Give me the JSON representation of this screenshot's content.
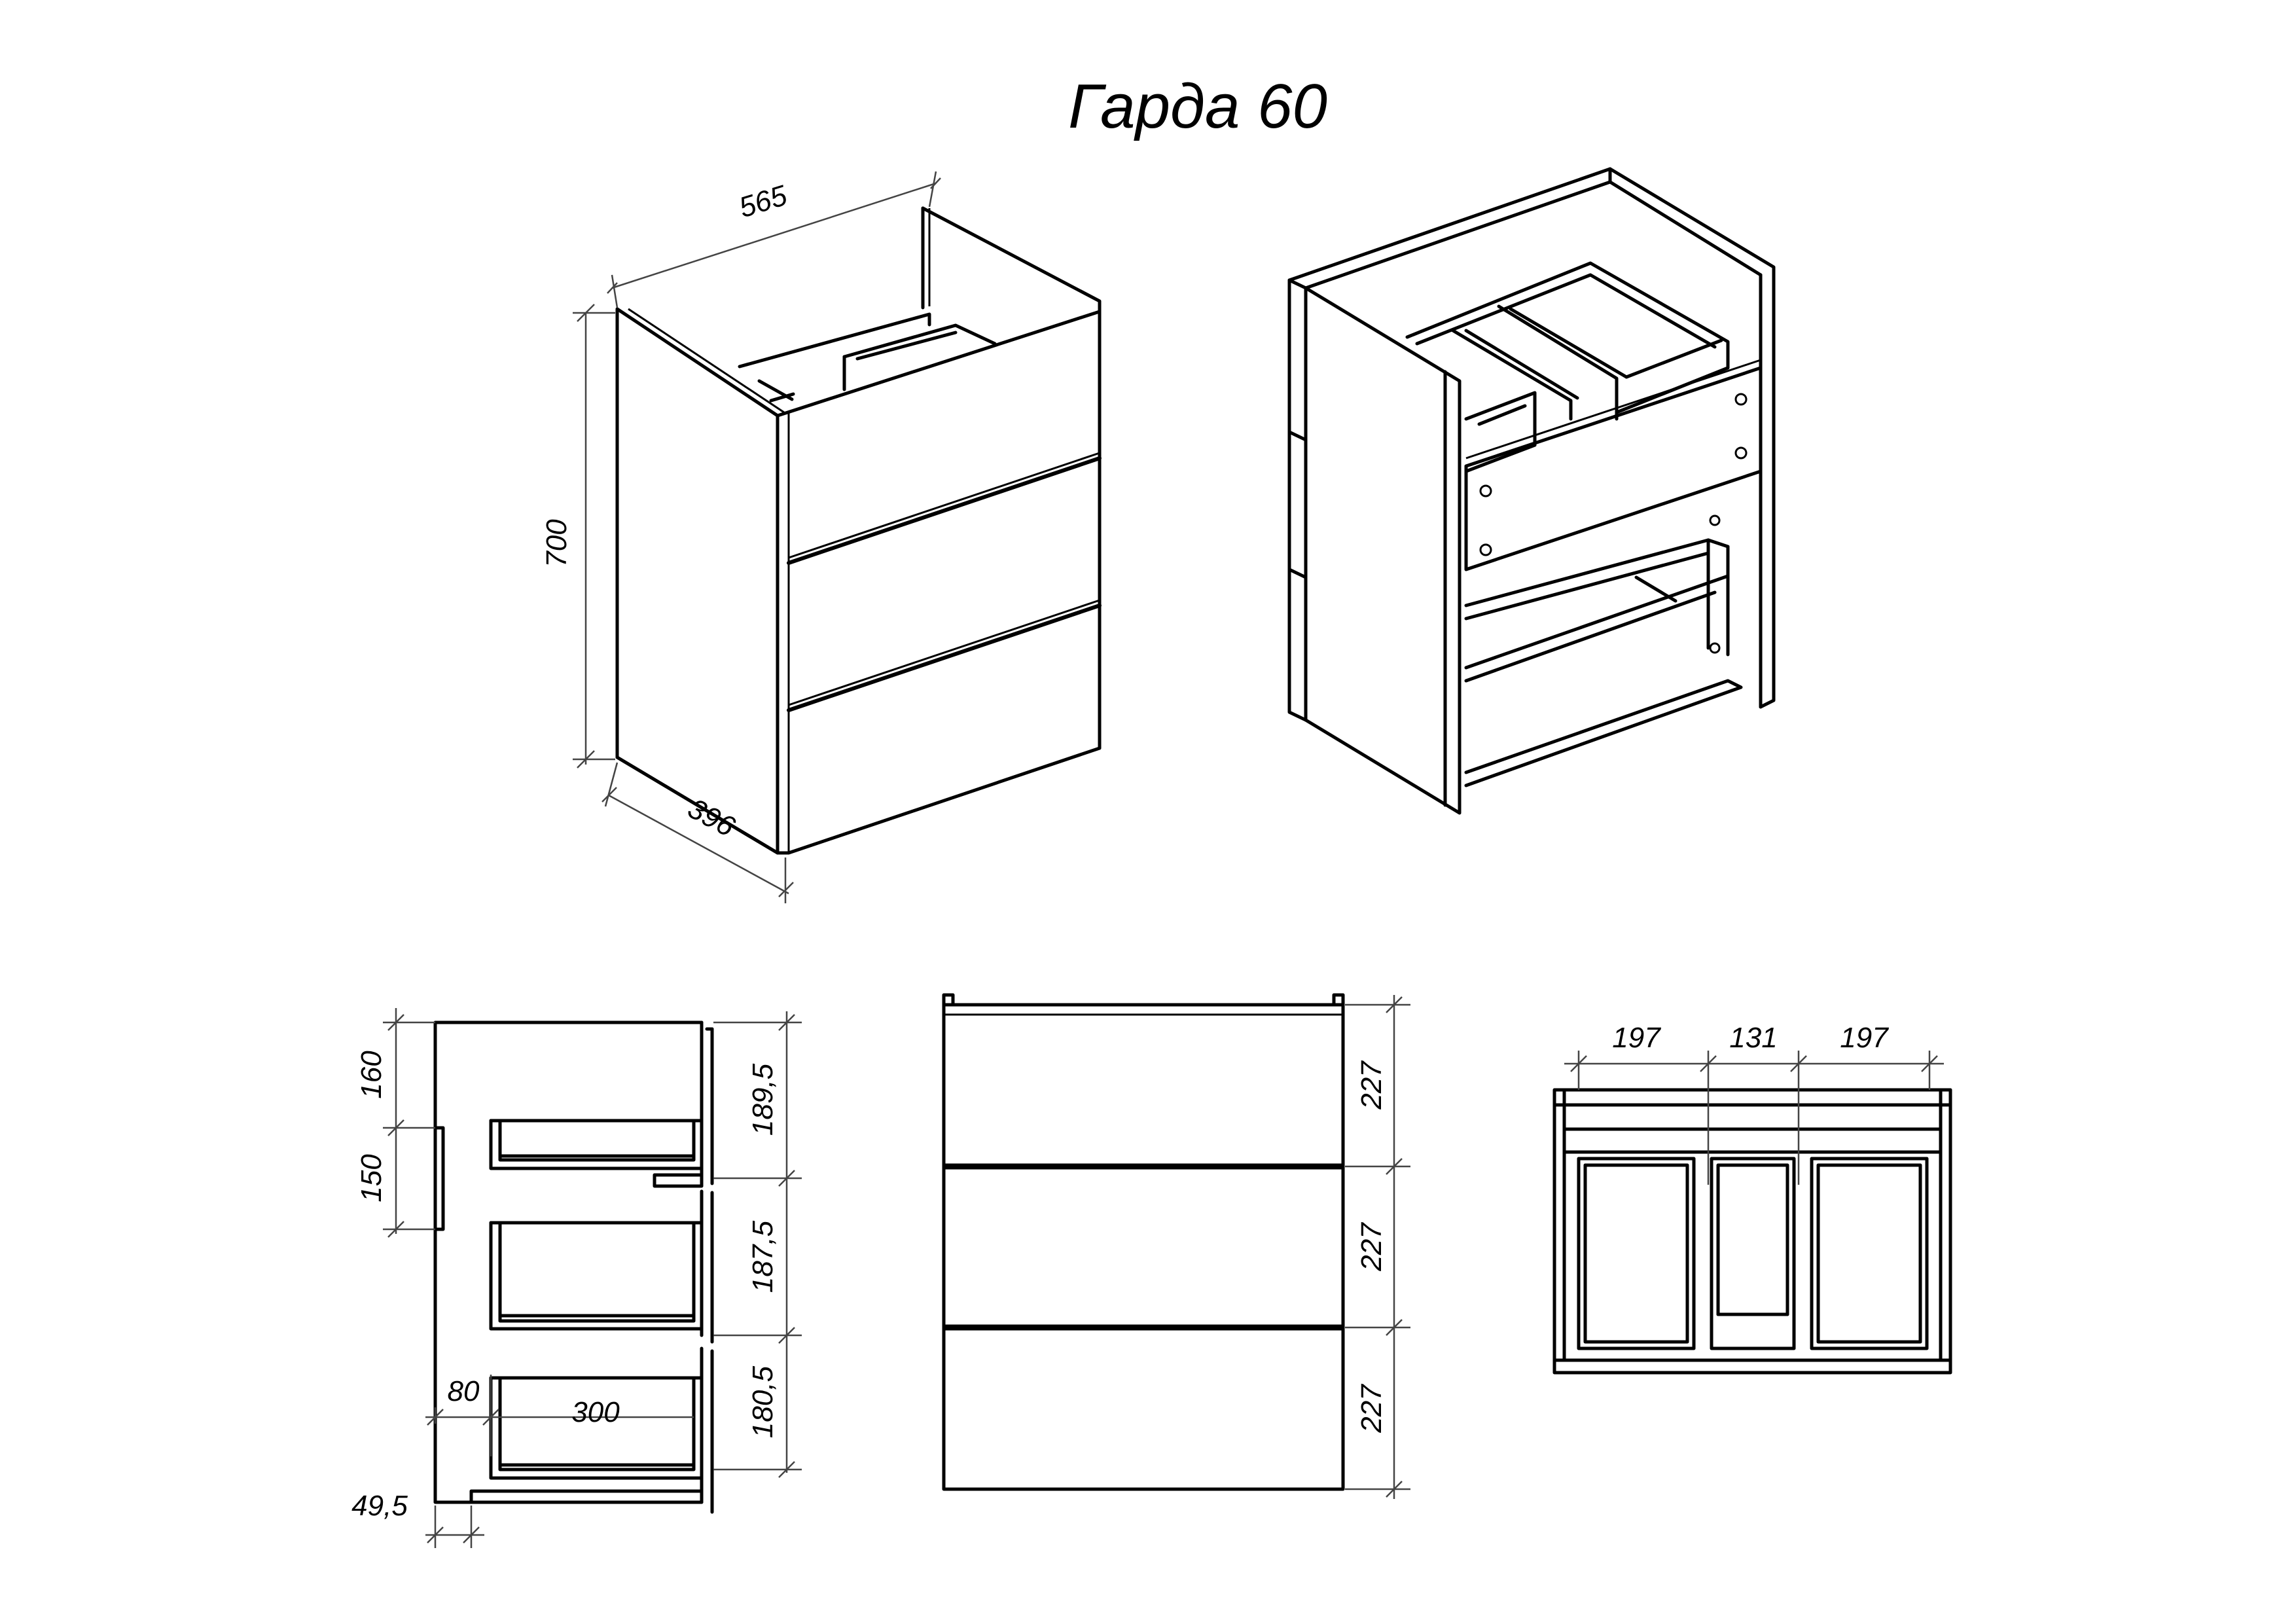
{
  "title": "Гарда 60",
  "iso_view": {
    "width": "565",
    "height": "700",
    "depth": "396"
  },
  "side_view": {
    "top_offset": "160",
    "handle_height": "150",
    "drawer_heights": [
      "189,5",
      "187,5",
      "180,5"
    ],
    "drawer_inset": "80",
    "drawer_depth": "300",
    "bottom_offset": "49,5"
  },
  "front_view": {
    "drawer_fronts": [
      "227",
      "227",
      "227"
    ]
  },
  "top_view": {
    "sections": [
      "197",
      "131",
      "197"
    ]
  }
}
